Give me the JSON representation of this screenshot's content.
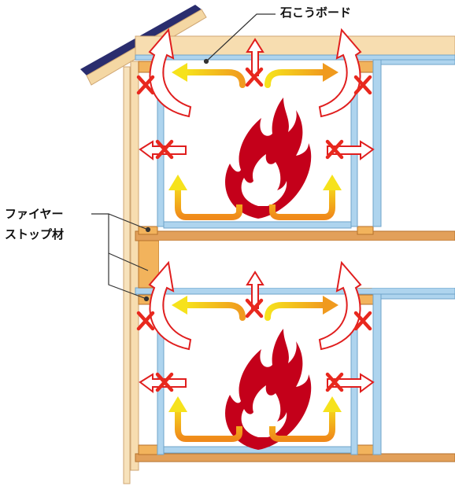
{
  "labels": {
    "gypsum_board": "石こうボード",
    "fire_stop_line1": "ファイヤー",
    "fire_stop_line2": "ストップ材"
  },
  "colors": {
    "board": "#aed4ee",
    "board_edge": "#6fa3c9",
    "timber": "#f7ddb0",
    "timber_edge": "#cfa673",
    "beam": "#e2a05a",
    "fire_stop": "#f2b35c",
    "roof": "#2a2d6e",
    "flame_dark": "#c4001a",
    "flame_light": "#e82a34",
    "arrow_yellow": "#f6e21c",
    "arrow_orange": "#f09a1e",
    "cross": "#e8281e",
    "escape_arrow": "#e01e1e"
  }
}
